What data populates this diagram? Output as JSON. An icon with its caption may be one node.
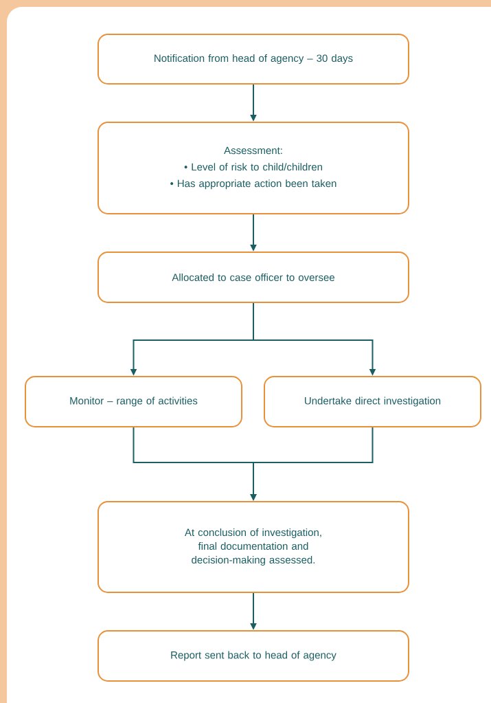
{
  "diagram": {
    "nodes": [
      {
        "text": [
          "Notification from head of agency – 30 days"
        ]
      },
      {
        "text": [
          "Assessment:",
          "• Level of risk to child/children",
          "• Has appropriate action been taken"
        ]
      },
      {
        "text": [
          "Allocated to case officer to oversee"
        ]
      },
      {
        "text": [
          "Monitor – range of activities"
        ]
      },
      {
        "text": [
          "Undertake direct investigation"
        ]
      },
      {
        "text": [
          "At conclusion of investigation, final documentation and decision-making assessed."
        ]
      },
      {
        "text": [
          "Report sent back to head of agency"
        ]
      }
    ],
    "edges": [
      {
        "from": 0,
        "to": 1,
        "arrow": "to"
      },
      {
        "from": 1,
        "to": 2,
        "arrow": "to"
      },
      {
        "from": 2,
        "to": 3,
        "arrow": "to"
      },
      {
        "from": 2,
        "to": 4,
        "arrow": "to"
      },
      {
        "from": 3,
        "to": 5,
        "arrow": "to"
      },
      {
        "from": 4,
        "to": 5,
        "arrow": "to"
      },
      {
        "from": 5,
        "to": 6,
        "arrow": "to"
      }
    ]
  }
}
